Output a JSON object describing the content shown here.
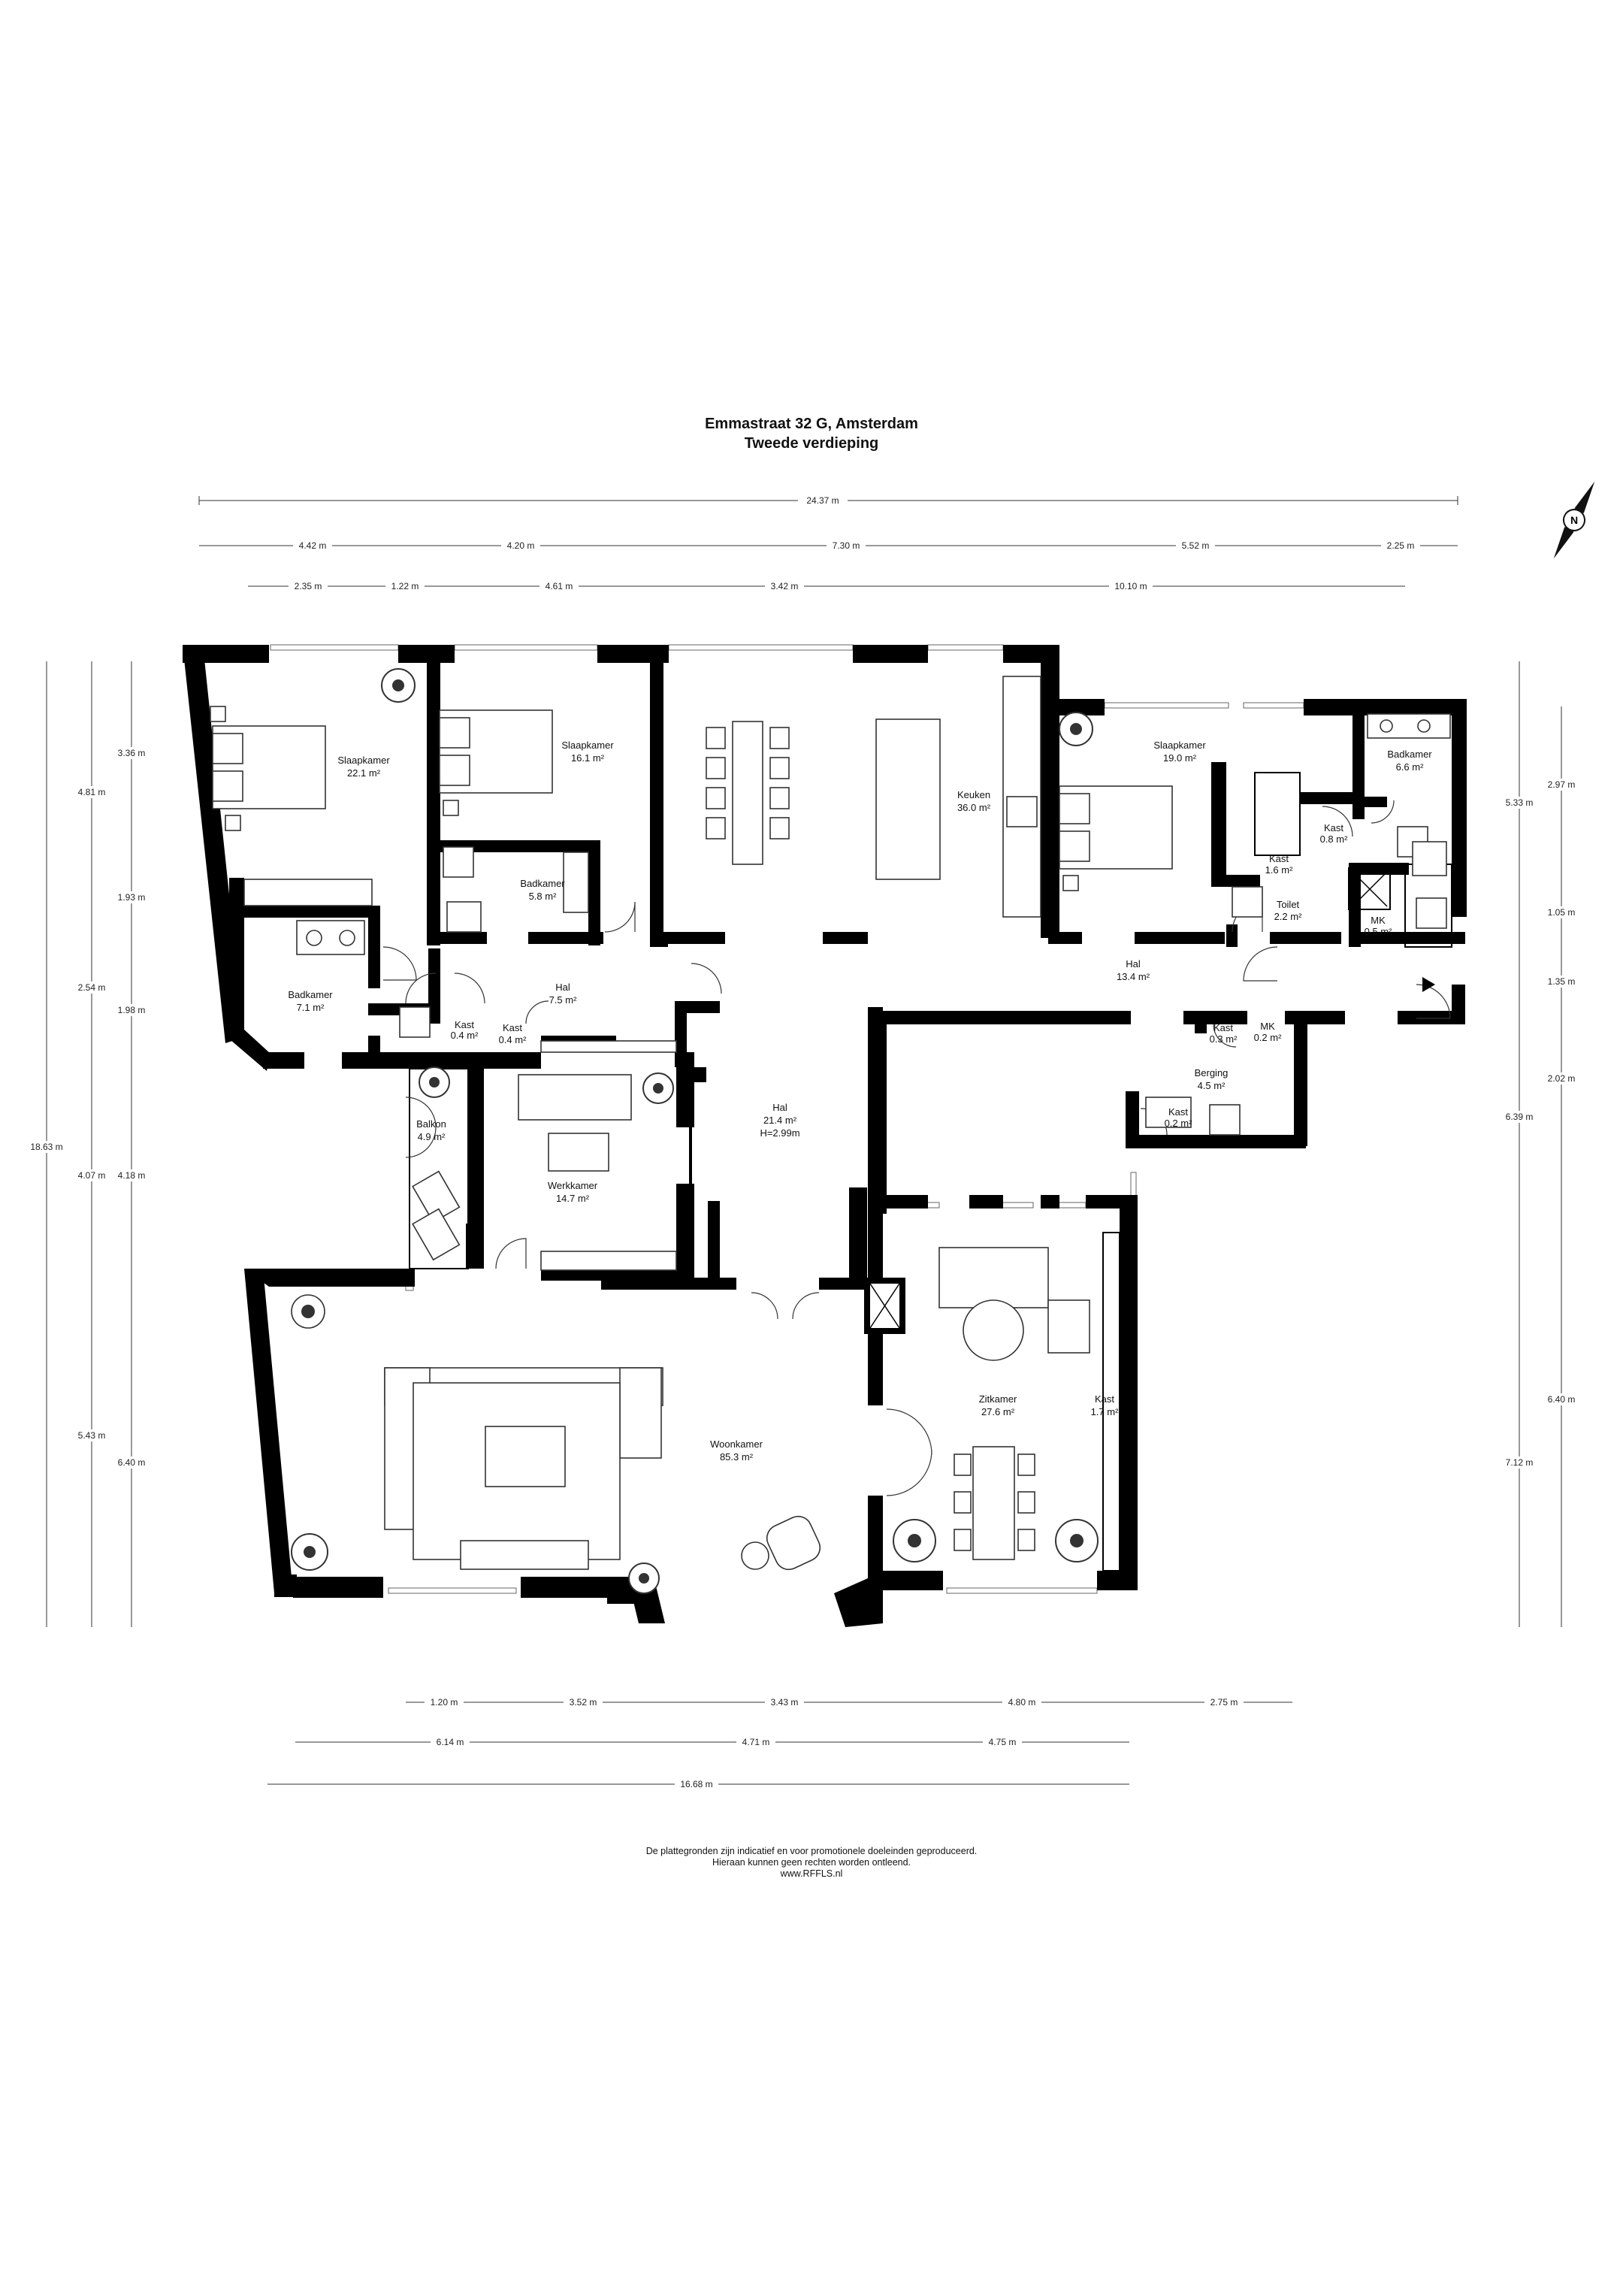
{
  "header": {
    "address": "Emmastraat 32 G, Amsterdam",
    "floor": "Tweede verdieping"
  },
  "footer": {
    "line1": "De plattegronden zijn indicatief en voor promotionele doeleinden geproduceerd.",
    "line2": "Hieraan kunnen geen rechten worden ontleend.",
    "line3": "www.RFFLS.nl"
  },
  "compass": {
    "icon": "north-arrow-icon",
    "letter": "N"
  },
  "dimensions": {
    "top_total": "24.37 m",
    "top_row1": [
      "4.42 m",
      "4.20 m",
      "7.30 m",
      "5.52 m",
      "2.25 m"
    ],
    "top_row2": [
      "2.35 m",
      "1.22 m",
      "4.61 m",
      "3.42 m",
      "10.10 m"
    ],
    "left_outer": "18.63 m",
    "left_mid": [
      "4.81 m",
      "2.54 m",
      "4.07 m",
      "5.43 m"
    ],
    "left_inner": [
      "3.36 m",
      "1.93 m",
      "1.98 m",
      "4.18 m",
      "6.40 m"
    ],
    "right_outer": [
      "5.33 m",
      "6.39 m",
      "7.12 m"
    ],
    "right_inner": [
      "2.97 m",
      "1.05 m",
      "1.35 m",
      "2.02 m",
      "6.40 m"
    ],
    "bottom_row1": [
      "1.20 m",
      "3.52 m",
      "3.43 m",
      "4.80 m",
      "2.75 m"
    ],
    "bottom_row2": [
      "6.14 m",
      "4.71 m",
      "4.75 m"
    ],
    "bottom_total": "16.68 m"
  },
  "rooms": {
    "slaapkamer1": {
      "name": "Slaapkamer",
      "area": "22.1 m²"
    },
    "slaapkamer2": {
      "name": "Slaapkamer",
      "area": "16.1 m²"
    },
    "keuken": {
      "name": "Keuken",
      "area": "36.0 m²"
    },
    "slaapkamer3": {
      "name": "Slaapkamer",
      "area": "19.0 m²"
    },
    "badkamer1": {
      "name": "Badkamer",
      "area": "6.6 m²"
    },
    "kast1": {
      "name": "Kast",
      "area": "1.6 m²"
    },
    "kast2": {
      "name": "Kast",
      "area": "0.8 m²"
    },
    "badkamer2": {
      "name": "Badkamer",
      "area": "5.8 m²"
    },
    "toilet": {
      "name": "Toilet",
      "area": "2.2 m²"
    },
    "mk1": {
      "name": "MK",
      "area": "0.5 m²"
    },
    "badkamer3": {
      "name": "Badkamer",
      "area": "7.1 m²"
    },
    "hal1": {
      "name": "Hal",
      "area": "7.5 m²"
    },
    "hal2": {
      "name": "Hal",
      "area": "13.4 m²"
    },
    "kast3": {
      "name": "Kast",
      "area": "0.4 m²"
    },
    "kast4": {
      "name": "Kast",
      "area": "0.4 m²"
    },
    "kast5": {
      "name": "Kast",
      "area": "0.3 m²"
    },
    "mk2": {
      "name": "MK",
      "area": "0.2 m²"
    },
    "berging": {
      "name": "Berging",
      "area": "4.5 m²"
    },
    "kast6": {
      "name": "Kast",
      "area": "0.2 m²"
    },
    "hal3": {
      "name": "Hal",
      "area": "21.4 m²",
      "height": "H=2.99m"
    },
    "balkon": {
      "name": "Balkon",
      "area": "4.9 m²"
    },
    "werkkamer": {
      "name": "Werkkamer",
      "area": "14.7 m²"
    },
    "zitkamer": {
      "name": "Zitkamer",
      "area": "27.6 m²"
    },
    "kast7": {
      "name": "Kast",
      "area": "1.7 m²"
    },
    "woonkamer": {
      "name": "Woonkamer",
      "area": "85.3 m²"
    }
  }
}
